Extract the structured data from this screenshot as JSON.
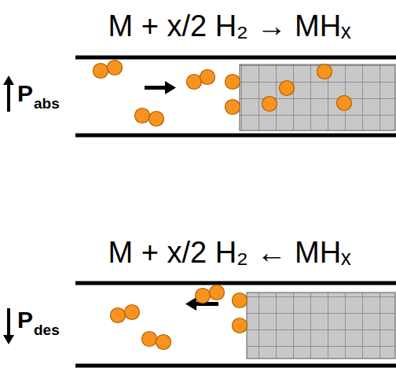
{
  "diagram": {
    "labels": [
      "M + x/2 H₂ → MHₓ",
      "P",
      "abs",
      "M + x/2 H₂ ← MHₓ",
      "P",
      "des"
    ]
  }
}
